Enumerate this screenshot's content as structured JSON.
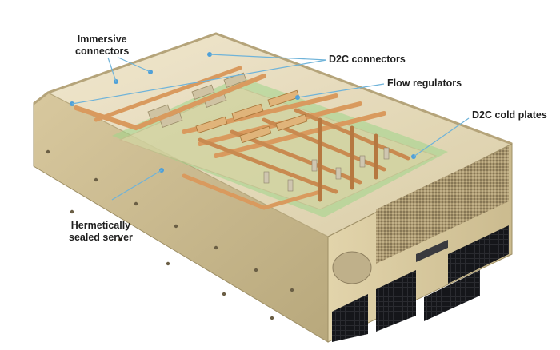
{
  "labels": {
    "immersive_line1": "Immersive",
    "immersive_line2": "connectors",
    "d2c_connectors": "D2C connectors",
    "flow_regulators": "Flow regulators",
    "d2c_cold_plates": "D2C cold plates",
    "sealed_line1": "Hermetically",
    "sealed_line2": "sealed server"
  },
  "colors": {
    "frame": "#c9b98f",
    "frame_dark": "#a89a72",
    "glass": "#e6d9b4",
    "green_tint": "#8fd17a",
    "pipe": "#d99a5e",
    "pipe_dark": "#b67840",
    "leader": "#6fb3d9",
    "mesh": "#8c7a5a",
    "vent": "#1e1f24"
  }
}
